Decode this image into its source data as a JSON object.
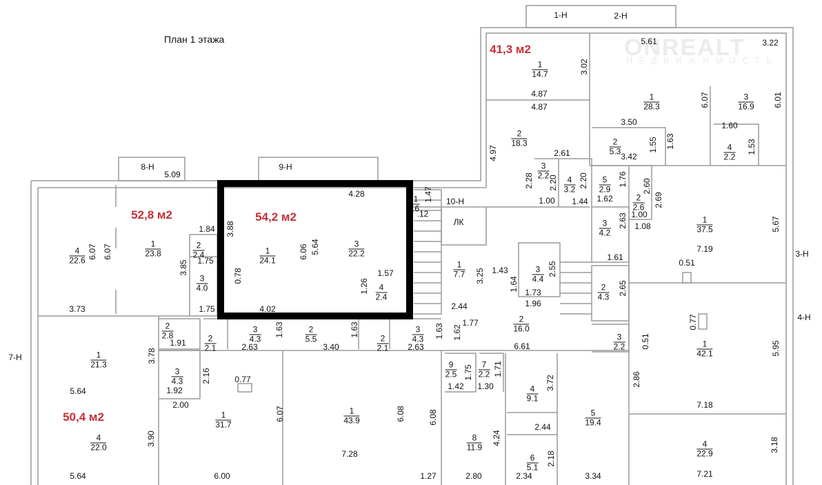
{
  "title": "План 1 этажа",
  "watermark": {
    "brand": "ONREALT",
    "subtitle": "НЕДВИЖИМОСТЬ"
  },
  "colors": {
    "highlight": "#c5303a",
    "wall": "#9a9a9a",
    "selection": "#000000"
  },
  "highlighted_areas": [
    "52,8 м2",
    "54,2 м2",
    "41,3 м2",
    "50,4 м2"
  ],
  "units": [
    "8-Н",
    "9-Н",
    "10-Н",
    "ЛК",
    "1-Н",
    "2-Н",
    "3-Н",
    "4-Н",
    "7-Н"
  ],
  "rooms": [
    {
      "num": "4",
      "area": "22.6"
    },
    {
      "num": "1",
      "area": "23.8"
    },
    {
      "num": "2",
      "area": "2.4"
    },
    {
      "num": "3",
      "area": "4.0"
    },
    {
      "num": "1",
      "area": "24.1"
    },
    {
      "num": "3",
      "area": "22.2"
    },
    {
      "num": "4",
      "area": "2.4"
    },
    {
      "num": "2",
      "area": "2.8"
    },
    {
      "num": "2",
      "area": "2.1"
    },
    {
      "num": "3",
      "area": "4.3"
    },
    {
      "num": "2",
      "area": "5.5"
    },
    {
      "num": "2",
      "area": "2.1"
    },
    {
      "num": "3",
      "area": "4.3"
    },
    {
      "num": "1",
      "area": "21.3"
    },
    {
      "num": "3",
      "area": "4.3"
    },
    {
      "num": "1",
      "area": "31.7"
    },
    {
      "num": "4",
      "area": "22.0"
    },
    {
      "num": "1",
      "area": "43.9"
    },
    {
      "num": "9",
      "area": "2.5"
    },
    {
      "num": "7",
      "area": "2.2"
    },
    {
      "num": "8",
      "area": "11.9"
    },
    {
      "num": "4",
      "area": "9.1"
    },
    {
      "num": "6",
      "area": "5.1"
    },
    {
      "num": "1",
      "area": "7.7"
    },
    {
      "num": "3",
      "area": "4.4"
    },
    {
      "num": "2",
      "area": "16.0"
    },
    {
      "num": "1",
      "area": "14.7"
    },
    {
      "num": "2",
      "area": "18.3"
    },
    {
      "num": "3",
      "area": "2.2"
    },
    {
      "num": "4",
      "area": "3.2"
    },
    {
      "num": "5",
      "area": "2.9"
    },
    {
      "num": "2",
      "area": "2.6"
    },
    {
      "num": "3",
      "area": "4.2"
    },
    {
      "num": "2",
      "area": "4.3"
    },
    {
      "num": "3",
      "area": "2.2"
    },
    {
      "num": "1",
      "area": "28.3"
    },
    {
      "num": "3",
      "area": "16.9"
    },
    {
      "num": "2",
      "area": "5.3"
    },
    {
      "num": "4",
      "area": "2.2"
    },
    {
      "num": "1",
      "area": "37.5"
    },
    {
      "num": "1",
      "area": "42.1"
    },
    {
      "num": "5",
      "area": "19.4"
    },
    {
      "num": "4",
      "area": "22.9"
    },
    {
      "num": "1",
      "area": ".6"
    }
  ],
  "dimensions": [
    "5.09",
    "6.07",
    "6.07",
    "1.84",
    "1.75",
    "3.85",
    "1.75",
    "3.73",
    "3.88",
    "0.78",
    "4.02",
    "6.06",
    "5.64",
    "4.28",
    "1.57",
    "1.26",
    "1.47",
    ".12",
    "3.25",
    "1.43",
    "1.64",
    "1.73",
    "1.96",
    "2.55",
    "2.44",
    "1.77",
    "1.62",
    "1.63",
    "1.63",
    "1.63",
    "1.91",
    "2.63",
    "3.40",
    "2.63",
    "6.61",
    "3.78",
    "1.92",
    "2.16",
    "0.77",
    "2.00",
    "5.64",
    "3.90",
    "5.64",
    "6.00",
    "6.07",
    "6.08",
    "6.08",
    "7.28",
    "1.27",
    "1.75",
    "1.71",
    "1.42",
    "1.30",
    "3.72",
    "4.24",
    "2.44",
    "2.18",
    "2.80",
    "2.34",
    "3.34",
    "7.21",
    "3.18",
    "7.18",
    "5.95",
    "2.86",
    "0.51",
    "0.77",
    "0.51",
    "7.19",
    "5.67",
    "2.65",
    "1.61",
    "2.63",
    "1.08",
    "1.00",
    "2.69",
    "2.60",
    "1.76",
    "1.62",
    "1.44",
    "2.20",
    "2.20",
    "1.00",
    "2.28",
    "2.61",
    "4.97",
    "4.87",
    "4.87",
    "3.02",
    "5.61",
    "3.22",
    "6.07",
    "6.01",
    "3.50",
    "1.55",
    "1.63",
    "3.42",
    "1.60",
    "1.53"
  ]
}
